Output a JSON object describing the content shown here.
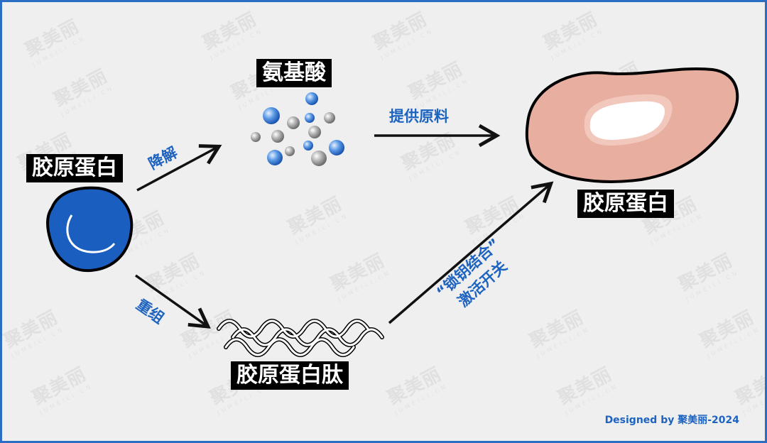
{
  "watermark": {
    "text": "聚美丽",
    "sub": "JUMEILI.CN"
  },
  "labels": {
    "collagen_left": "胶原蛋白",
    "amino_acids": "氨基酸",
    "collagen_right": "胶原蛋白",
    "peptide": "胶原蛋白肽"
  },
  "arrows": {
    "degrade": "降解",
    "recombine": "重组",
    "supply": "提供原料",
    "lock_key_line1": "“锁钥结合”",
    "lock_key_line2": "激活开关"
  },
  "footer": "Designed by 聚美丽-2024",
  "colors": {
    "accent": "#1e63c0",
    "border": "#2a6fc4",
    "cell": "#e8aea0",
    "blob": "#1a5fc0"
  }
}
